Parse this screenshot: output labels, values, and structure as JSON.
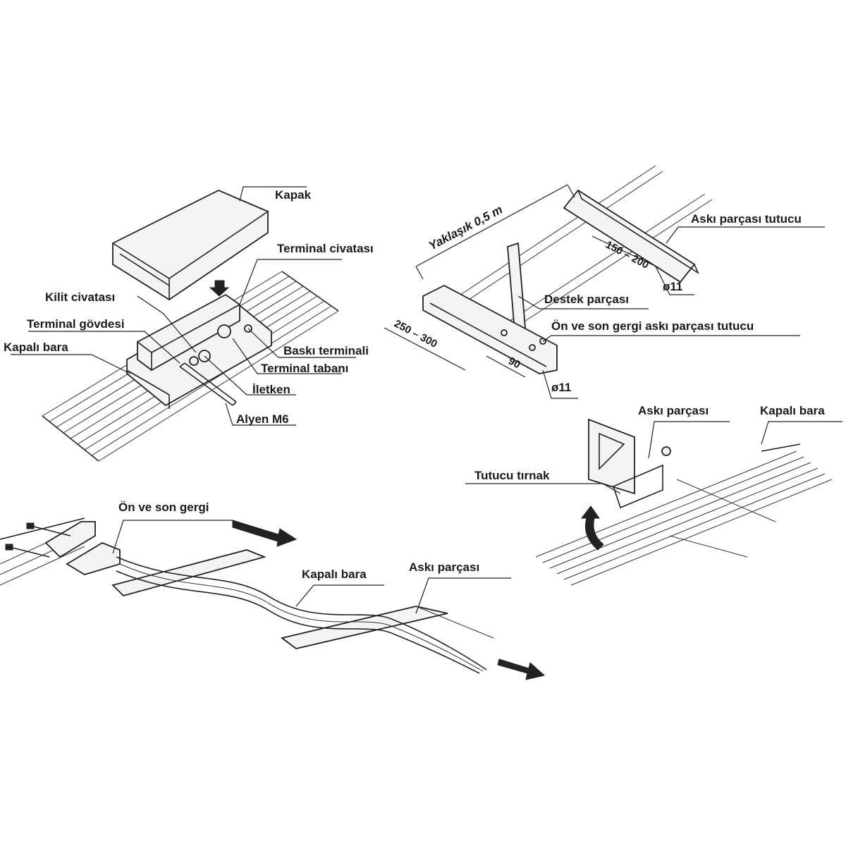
{
  "labels": {
    "kapak": "Kapak",
    "terminal_civatasi": "Terminal civatası",
    "kilit_civatasi": "Kilit civatası",
    "terminal_govdesi": "Terminal gövdesi",
    "kapali_bara_1": "Kapalı bara",
    "baski_terminali": "Baskı terminali",
    "terminal_tabani": "Terminal tabanı",
    "iletken": "İletken",
    "alyen_m6": "Alyen M6",
    "yaklasik": "Yaklaşık 0,5 m",
    "aski_parcasi_tutucu": "Askı parçası tutucu",
    "dim_150_200": "150 – 200",
    "o11_a": "ø11",
    "destek_parcasi": "Destek parçası",
    "on_ve_son_gergi_tutucu": "Ön ve son gergi askı parçası tutucu",
    "dim_250_300": "250 – 300",
    "dim_90": "90",
    "o11_b": "ø11",
    "aski_parcasi_1": "Askı parçası",
    "kapali_bara_2": "Kapalı bara",
    "tutucu_tirnak": "Tutucu tırnak",
    "on_ve_son_gergi": "Ön ve son gergi",
    "kapali_bara_3": "Kapalı bara",
    "aski_parcasi_2": "Askı parçası"
  },
  "icons": {
    "arrow": "arrow-icon"
  }
}
